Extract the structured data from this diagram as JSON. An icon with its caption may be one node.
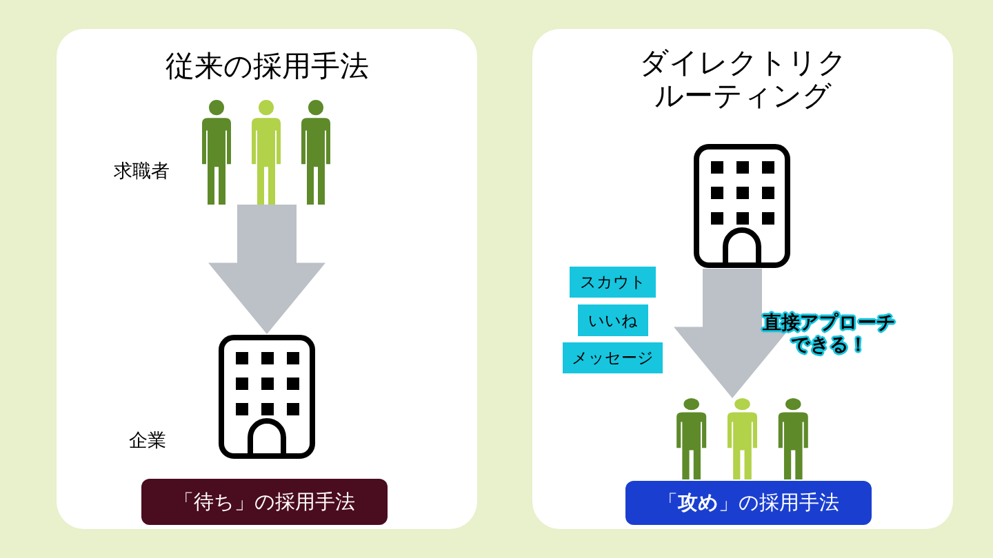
{
  "diagram": {
    "nodes": [
      {
        "text": [
          "従来の採用手法"
        ]
      },
      {
        "text": [
          "求職者"
        ],
        "in": 0
      },
      {
        "text": [
          "企業"
        ],
        "in": 0
      },
      {
        "text": [
          "「待ち」の採用手法"
        ],
        "in": 0
      },
      {
        "text": [
          "ダイレクトリクルーティング"
        ]
      },
      {
        "text": [],
        "shape": "building",
        "in": 4
      },
      {
        "text": [],
        "shape": "person",
        "in": 4
      },
      {
        "text": [
          "スカウト"
        ],
        "in": 4
      },
      {
        "text": [
          "いいね"
        ],
        "in": 4
      },
      {
        "text": [
          "メッセージ"
        ],
        "in": 4
      },
      {
        "text": [
          "「**攻め**」の採用手法"
        ],
        "in": 4
      }
    ],
    "edges": [
      {
        "from": 1,
        "to": 2,
        "arrow": "to"
      },
      {
        "from": 5,
        "to": 6,
        "arrow": "to",
        "label": "直接アプローチできる！"
      }
    ]
  }
}
